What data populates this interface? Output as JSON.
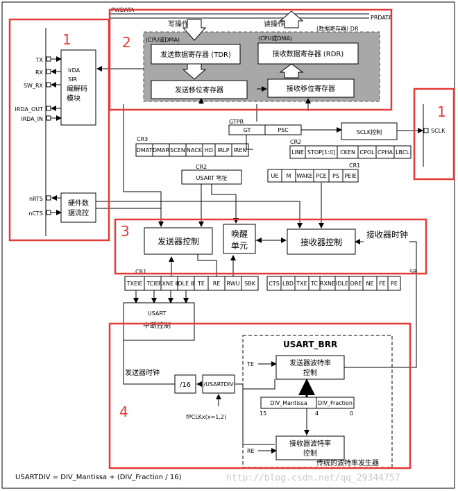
{
  "regions": {
    "r1a": "1",
    "r2": "2",
    "r1b": "1",
    "r3": "3",
    "r4": "4"
  },
  "bus": {
    "pwdata": "PWDATA",
    "prdata": "PRDATA",
    "write": "写操作",
    "read": "读操作",
    "cpu_dma_w": "(CPU或DMA)",
    "cpu_dma_r": "(CPU或DMA)",
    "dr": "(数据寄存器) DR"
  },
  "regs": {
    "tdr": "发送数据寄存器 (TDR)",
    "rdr": "接收数据寄存器 (RDR)",
    "tx_shift": "发送移位寄存器",
    "rx_shift": "接收移位寄存器"
  },
  "pins": {
    "tx": "TX",
    "rx": "RX",
    "sw_rx": "SW_RX",
    "irda_out": "IRDA_OUT",
    "irda_in": "IRDA_IN",
    "nrts": "nRTS",
    "ncts": "nCTS",
    "sclk": "SCLK"
  },
  "irda": {
    "l1": "IrDA",
    "l2": "SIR",
    "l3": "编解码",
    "l4": "模块"
  },
  "hwflow": {
    "l1": "硬件数",
    "l2": "据流控"
  },
  "gtpr": {
    "name": "GTPR",
    "gt": "GT",
    "psc": "PSC"
  },
  "sclk_ctrl": "SCLK控制",
  "cr3": {
    "name": "CR3",
    "bits": [
      "DMAT",
      "DMAR",
      "SCEN",
      "NACK",
      "HD",
      "IRLP",
      "IREN"
    ]
  },
  "cr2": {
    "name": "CR2",
    "bits": [
      "LINE",
      "STOP[1:0]",
      "CKEN",
      "CPOL",
      "CPHA",
      "LBCL"
    ],
    "addr": "USART 地址"
  },
  "cr1_top": {
    "name": "CR1",
    "bits": [
      "UE",
      "M",
      "WAKE",
      "PCE",
      "PS",
      "PEIE"
    ]
  },
  "blocks": {
    "tx_ctrl": "发送器控制",
    "wake_l1": "唤醒",
    "wake_l2": "单元",
    "rx_ctrl": "接收器控制",
    "rx_clk": "接收器时钟",
    "usart": "USART",
    "irq": "中断控制",
    "tx_clk": "发送器时钟",
    "div16": "/16",
    "usartdiv": "/USARTDIV",
    "pclk": "fPCLKx(x=1,2)"
  },
  "cr1_bot": {
    "name": "CR1",
    "bits": [
      "TXEIE",
      "TCIE",
      "RXNE IE",
      "IDLE IE",
      "TE",
      "RE",
      "RWU",
      "SBK"
    ]
  },
  "sr": {
    "name": "SR",
    "bits": [
      "CTS",
      "LBD",
      "TXE",
      "TC",
      "RXNE",
      "IDLE",
      "ORE",
      "NE",
      "FE",
      "PE"
    ]
  },
  "brr": {
    "title": "USART_BRR",
    "te": "TE",
    "re": "RE",
    "tx_baud_l1": "发送器波特率",
    "tx_baud_l2": "控制",
    "rx_baud_l1": "接收器波特率",
    "rx_baud_l2": "控制",
    "mantissa": "DIV_Mantissa",
    "fraction": "DIV_Fraction",
    "b15": "15",
    "b4": "4",
    "b0": "0",
    "gen": "传统的波特率发生器"
  },
  "formula": "USARTDIV = DIV_Mantissa + (DIV_Fraction / 16)",
  "watermark": "http://blog.csdn.net/qq_29344757"
}
